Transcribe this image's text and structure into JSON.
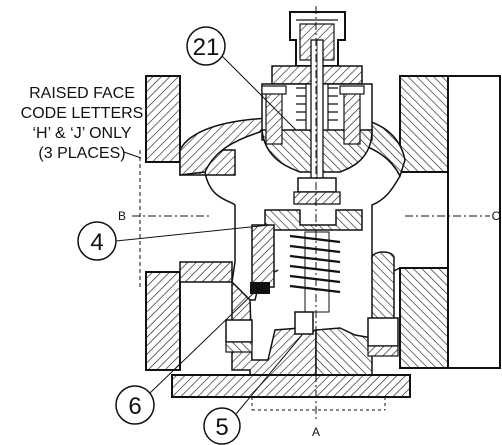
{
  "note": {
    "lines": [
      "RAISED FACE",
      "CODE LETTERS",
      "‘H’ & ‘J’ ONLY",
      "(3 PLACES)"
    ]
  },
  "callouts": {
    "c21": "21",
    "c4": "4",
    "c6": "6",
    "c5": "5"
  },
  "ports": {
    "a": "A",
    "b": "B",
    "c": "C"
  }
}
